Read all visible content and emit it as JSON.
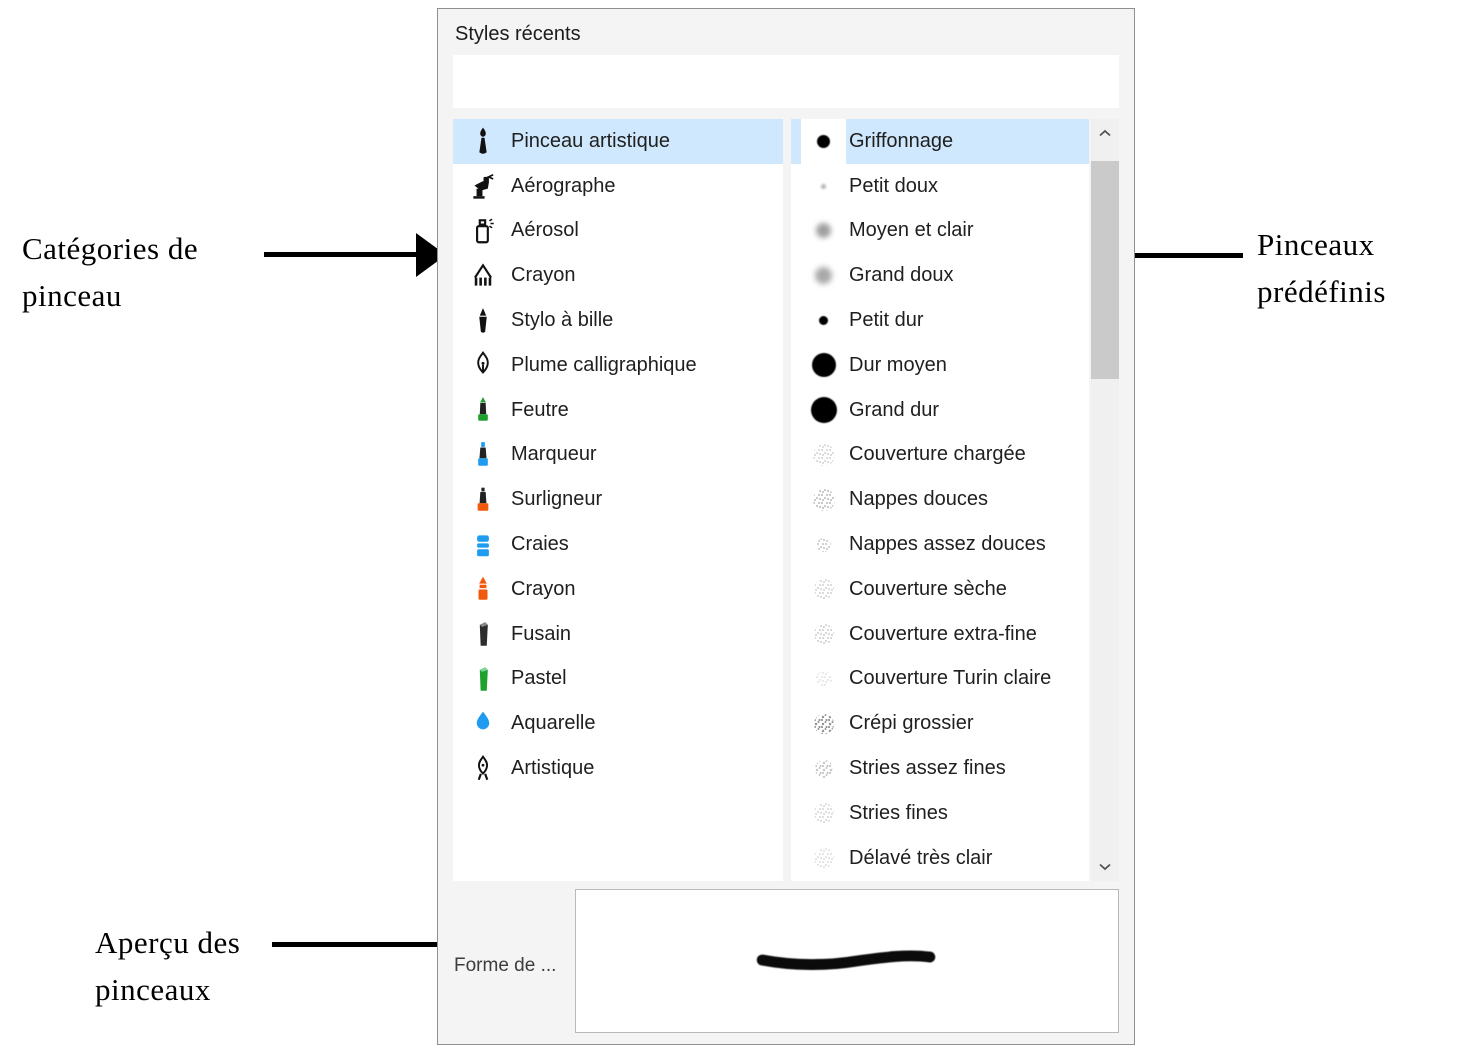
{
  "panel": {
    "recent_label": "Styles récents",
    "preview_label": "Forme de ...",
    "categories": [
      {
        "label": "Pinceau artistique",
        "icon": "paintbrush-icon",
        "selected": true
      },
      {
        "label": "Aérographe",
        "icon": "airbrush-icon"
      },
      {
        "label": "Aérosol",
        "icon": "spray-can-icon"
      },
      {
        "label": "Crayon",
        "icon": "pencil-icon"
      },
      {
        "label": "Stylo à bille",
        "icon": "ballpoint-pen-icon"
      },
      {
        "label": "Plume calligraphique",
        "icon": "calligraphic-pen-icon"
      },
      {
        "label": "Feutre",
        "icon": "felt-tip-icon"
      },
      {
        "label": "Marqueur",
        "icon": "marker-icon"
      },
      {
        "label": "Surligneur",
        "icon": "highlighter-icon"
      },
      {
        "label": "Craies",
        "icon": "chalk-icon"
      },
      {
        "label": "Crayon",
        "icon": "crayon-icon"
      },
      {
        "label": "Fusain",
        "icon": "charcoal-icon"
      },
      {
        "label": "Pastel",
        "icon": "pastel-icon"
      },
      {
        "label": "Aquarelle",
        "icon": "watercolor-drop-icon"
      },
      {
        "label": "Artistique",
        "icon": "artistic-pen-icon"
      }
    ],
    "presets": [
      {
        "label": "Griffonnage",
        "selected": true,
        "icon": {
          "kind": "solid",
          "size": 13,
          "shade": "#000000"
        }
      },
      {
        "label": "Petit doux",
        "icon": {
          "kind": "soft",
          "size": 5,
          "shade": "#b5b5b5"
        }
      },
      {
        "label": "Moyen et clair",
        "icon": {
          "kind": "soft",
          "size": 15,
          "shade": "#9f9f9f"
        }
      },
      {
        "label": "Grand doux",
        "icon": {
          "kind": "soft",
          "size": 17,
          "shade": "#a8a8a8"
        }
      },
      {
        "label": "Petit dur",
        "icon": {
          "kind": "solid",
          "size": 9,
          "shade": "#000000"
        }
      },
      {
        "label": "Dur moyen",
        "icon": {
          "kind": "solid",
          "size": 24,
          "shade": "#000000"
        }
      },
      {
        "label": "Grand dur",
        "icon": {
          "kind": "solid",
          "size": 26,
          "shade": "#000000"
        }
      },
      {
        "label": "Couverture chargée",
        "icon": {
          "kind": "speckle",
          "size": 22,
          "shade": "#c8c8c8"
        }
      },
      {
        "label": "Nappes douces",
        "icon": {
          "kind": "speckle",
          "size": 22,
          "shade": "#ababab"
        }
      },
      {
        "label": "Nappes assez douces",
        "icon": {
          "kind": "speckle",
          "size": 14,
          "shade": "#b5b5b5"
        }
      },
      {
        "label": "Couverture sèche",
        "icon": {
          "kind": "speckle",
          "size": 20,
          "shade": "#c6c6c6"
        }
      },
      {
        "label": "Couverture extra-fine",
        "icon": {
          "kind": "speckle",
          "size": 20,
          "shade": "#c2c2c2"
        }
      },
      {
        "label": "Couverture Turin claire",
        "icon": {
          "kind": "speckle",
          "size": 16,
          "shade": "#dcdcdc"
        }
      },
      {
        "label": "Crépi grossier",
        "icon": {
          "kind": "dots",
          "size": 20,
          "shade": "#8f8f8f"
        }
      },
      {
        "label": "Stries assez fines",
        "icon": {
          "kind": "dots",
          "size": 18,
          "shade": "#c4c4c4"
        }
      },
      {
        "label": "Stries fines",
        "icon": {
          "kind": "speckle",
          "size": 20,
          "shade": "#cccccc"
        }
      },
      {
        "label": "Délavé très clair",
        "icon": {
          "kind": "speckle",
          "size": 20,
          "shade": "#d6d6d6"
        }
      }
    ],
    "scrollbar": {
      "up_icon": "chevron-up-icon",
      "down_icon": "chevron-down-icon"
    }
  },
  "annotations": {
    "categories": {
      "line1": "Catégories de",
      "line2": "pinceau"
    },
    "presets": {
      "line1": "Pinceaux",
      "line2": "prédéfinis"
    },
    "preview": {
      "line1": "Aperçu des",
      "line2": "pinceaux"
    }
  },
  "colors": {
    "selection": "#cfe8fd",
    "icon_blue": "#1f9cf0",
    "icon_green": "#1fa12e",
    "icon_orange": "#f2590d",
    "scrollbar_thumb": "#cacaca"
  }
}
